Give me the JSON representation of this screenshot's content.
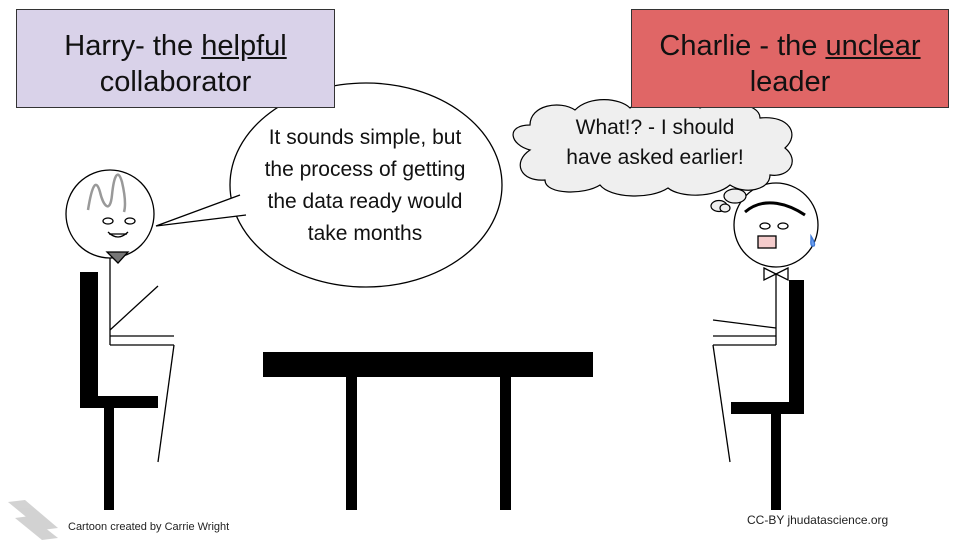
{
  "harry_label": {
    "prefix": "Harry- the ",
    "emphasis": "helpful",
    "line2": "collaborator"
  },
  "charlie_label": {
    "prefix": "Charlie - the ",
    "emphasis": "unclear",
    "line2": "leader"
  },
  "speech_bubble": {
    "lines": [
      "It sounds simple, but",
      "the process of getting",
      "the data ready would",
      "take months"
    ]
  },
  "thought_bubble": {
    "lines": [
      "What!? - I should",
      "have asked earlier!"
    ]
  },
  "footer": {
    "credit": "Cartoon created by Carrie Wright",
    "license": "CC-BY jhudatascience.org"
  },
  "colors": {
    "harry_box": "#d9d2e9",
    "charlie_box": "#e06666",
    "sweat_drop": "#6d9eeb",
    "mouth_charlie": "#f4cccc"
  }
}
